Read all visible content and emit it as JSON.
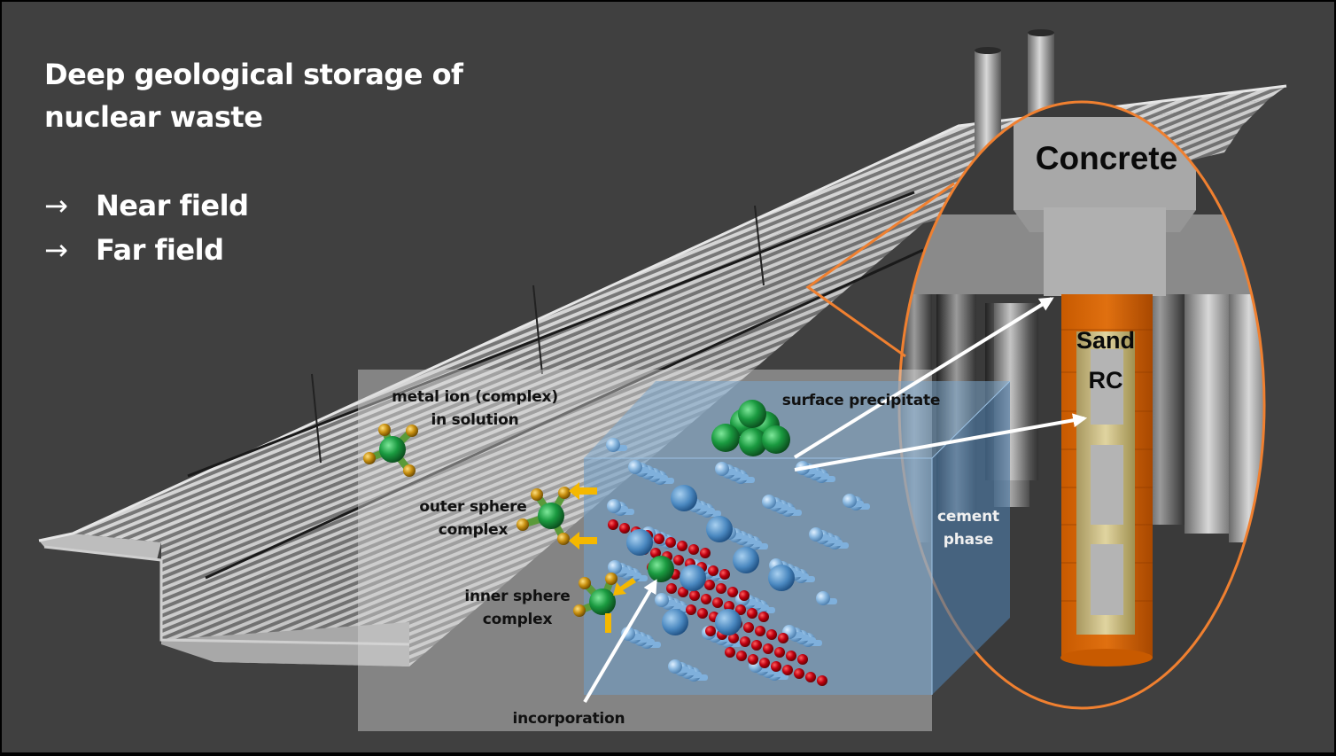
{
  "title": {
    "line1": "Deep geological storage of",
    "line2": "nuclear waste"
  },
  "bullets": [
    {
      "arrow": "→",
      "label": "Near field"
    },
    {
      "arrow": "→",
      "label": "Far field"
    }
  ],
  "sorption_labels": {
    "metal_ion_line1": "metal ion (complex)",
    "metal_ion_line2": "in solution",
    "outer_line1": "outer sphere",
    "outer_line2": "complex",
    "inner_line1": "inner sphere",
    "inner_line2": "complex",
    "incorporation": "incorporation",
    "surface_precipitate": "surface precipitate",
    "cement_line1": "cement",
    "cement_line2": "phase"
  },
  "zoom_labels": {
    "concrete": "Concrete",
    "sand": "Sand",
    "rc": "RC"
  },
  "colors": {
    "background": "#404040",
    "callout_orange": "#f08030",
    "canister_orange": "#d86a10",
    "sand_tan": "#c8b880",
    "cement_block": "#6f9cc4",
    "metal_ion_green": "#1a9a40",
    "ligand_gold": "#c89010",
    "oxygen_red": "#c00010",
    "arrow_yellow": "#f5b800"
  }
}
